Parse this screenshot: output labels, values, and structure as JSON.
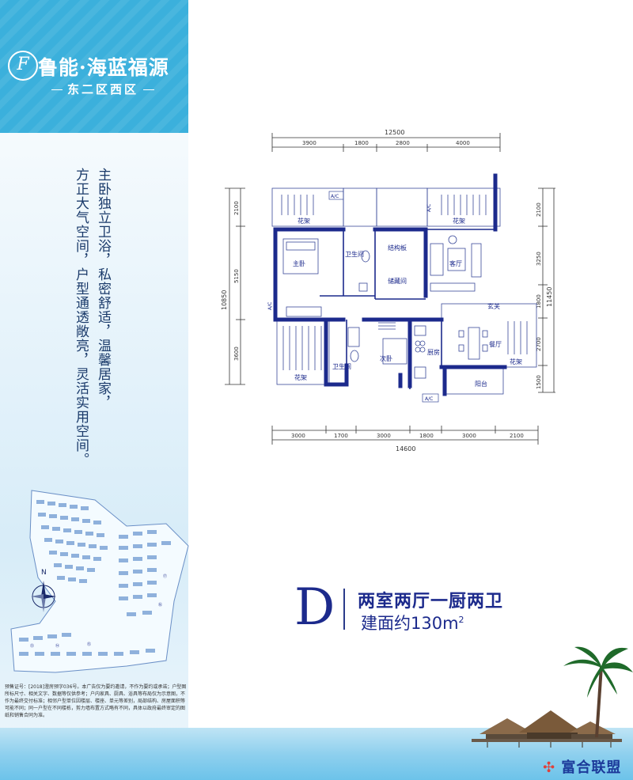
{
  "brand": {
    "logo_letter": "F",
    "name": "鲁能·海蓝福源",
    "subtitle": "东二区西区"
  },
  "slogan_lines": [
    "主卧独立卫浴，私密舒适，温馨居家，",
    "方正大气空间，户型通透敞亮，灵活实用空间。"
  ],
  "disclaimer": "预售证号：[2018]澄房预字036号。本广告仅为要约邀请，不作为要约或承诺；户型图所标尺寸、相关文字、数据等仅供参考；户内家具、厨具、浴具等布局仅为示意图，不作为最终交付标准；相邻户型单位因楼层、楼座、单元等差别，局部结构、房屋面积等可能不同；同一户型在不同楼栋，剪力墙布置方式略有不同，具体以政府最终审定的图纸和销售合同为准。",
  "floorplan": {
    "top_total": "12500",
    "top_dims": [
      "3900",
      "1800",
      "2800",
      "4000"
    ],
    "bottom_dims": [
      "3000",
      "1700",
      "3000",
      "1800",
      "3000",
      "2100"
    ],
    "bottom_total": "14600",
    "left_total": "10850",
    "left_dims": [
      "2100",
      "5150",
      "3600"
    ],
    "right_total": "11450",
    "right_dims": [
      "2100",
      "3250",
      "1800",
      "2700",
      "1500"
    ],
    "rooms": {
      "master_bedroom": "主卧",
      "bathroom": "卫生间",
      "structure_board": "结构板",
      "storage": "储藏间",
      "living_room": "客厅",
      "entrance": "玄关",
      "kitchen": "厨房",
      "dining_room": "餐厅",
      "second_bedroom": "次卧",
      "bathroom2": "卫生间",
      "balcony": "阳台",
      "flower_rack": "花架",
      "ac": "A/C"
    }
  },
  "unit": {
    "type_letter": "D",
    "layout": "两室两厅一厨两卫",
    "area_prefix": "建面约130m",
    "area_sup": "2"
  },
  "watermark": "富合联盟",
  "colors": {
    "banner": "#3bb0dc",
    "navy": "#1c2a8c",
    "wall": "#1c2a8c"
  }
}
